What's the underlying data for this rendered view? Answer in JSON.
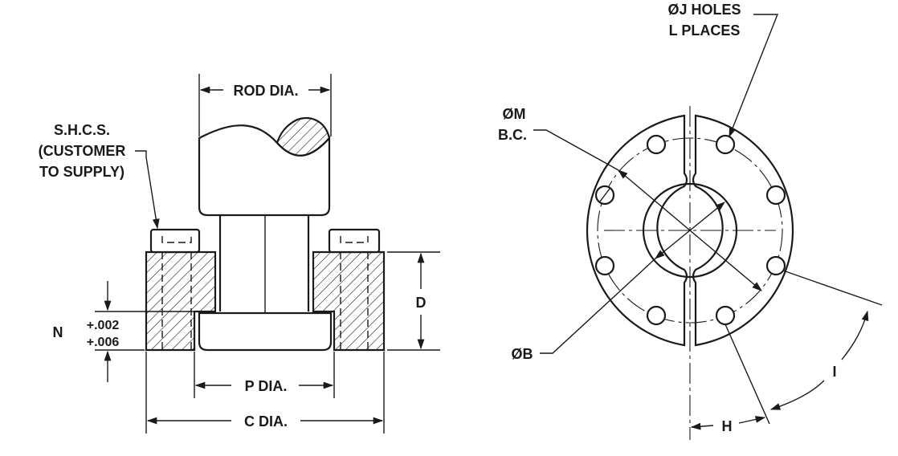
{
  "labels": {
    "rod_dia": "ROD DIA.",
    "shcs_line1": "S.H.C.S.",
    "shcs_line2": "(CUSTOMER",
    "shcs_line3": "TO SUPPLY)",
    "d": "D",
    "n": "N",
    "tol_upper": "+.002",
    "tol_lower": "+.006",
    "p_dia": "P DIA.",
    "c_dia": "C DIA.",
    "j_holes": "ØJ HOLES",
    "l_places": "L PLACES",
    "m_dia": "ØM",
    "bc": "B.C.",
    "b_dia": "ØB",
    "h": "H",
    "i": "I"
  }
}
